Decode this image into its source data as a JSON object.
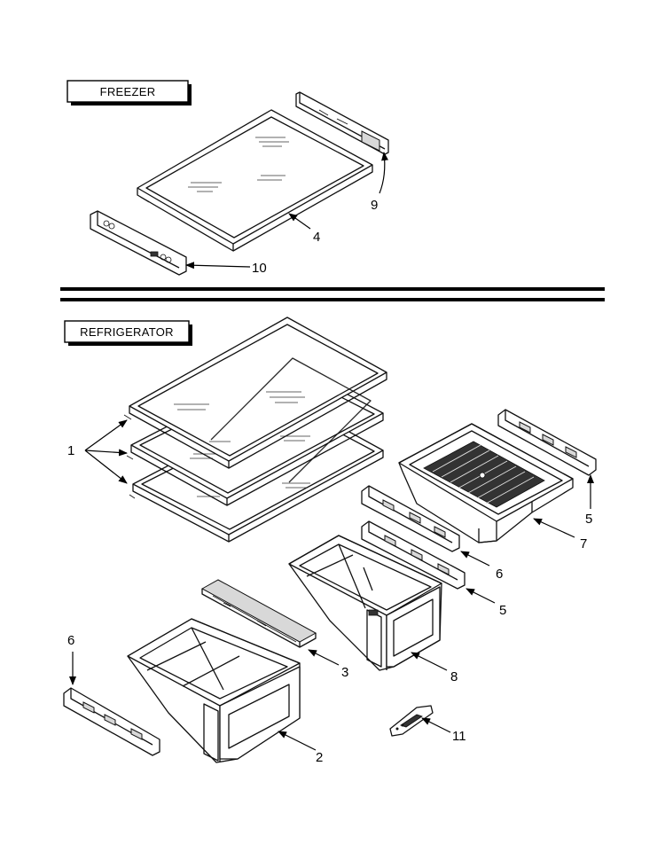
{
  "sections": {
    "freezer": {
      "label": "FREEZER"
    },
    "refrigerator": {
      "label": "REFRIGERATOR"
    }
  },
  "callouts": {
    "freezer_side_rail": "9",
    "freezer_shelf": "4",
    "freezer_front_rail": "10",
    "refrigerator_shelves": "1",
    "right_rail_top": "5",
    "deli_drawer": "7",
    "middle_rail_upper": "6",
    "middle_rail_lower": "5",
    "crisper_cover": "3",
    "left_crisper": "2",
    "right_crisper": "8",
    "left_rail": "6",
    "humidity_control": "11"
  }
}
